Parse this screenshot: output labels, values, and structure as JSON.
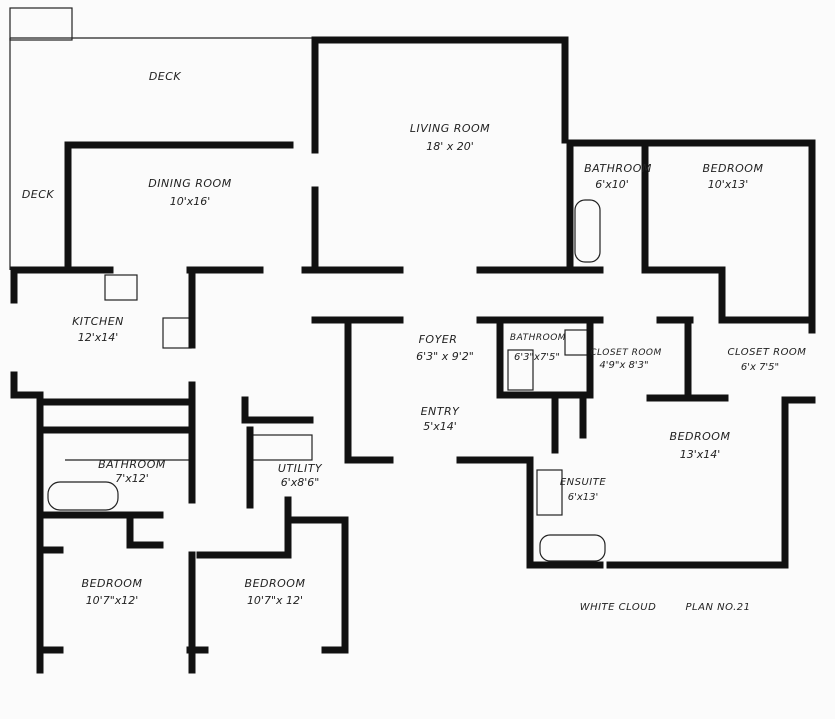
{
  "rooms": {
    "deck_top": {
      "name": "DECK"
    },
    "deck_left": {
      "name": "DECK"
    },
    "dining": {
      "name": "DINING ROOM",
      "size": "10'x16'"
    },
    "living": {
      "name": "LIVING ROOM",
      "size": "18' x 20'"
    },
    "bath_top": {
      "name": "BATHROOM",
      "size": "6'x10'"
    },
    "bedroom_top": {
      "name": "BEDROOM",
      "size": "10'x13'"
    },
    "kitchen": {
      "name": "KITCHEN",
      "size": "12'x14'"
    },
    "foyer": {
      "name": "FOYER",
      "size": "6'3\" x 9'2\""
    },
    "bath_mid": {
      "name": "BATHROOM",
      "size": "6'3\"x7'5\""
    },
    "closet_1": {
      "name": "CLOSET ROOM",
      "size": "4'9\"x 8'3\""
    },
    "closet_2": {
      "name": "CLOSET ROOM",
      "size": "6'x 7'5\""
    },
    "entry": {
      "name": "ENTRY",
      "size": "5'x14'"
    },
    "master": {
      "name": "BEDROOM",
      "size": "13'x14'"
    },
    "ensuite": {
      "name": "ENSUITE",
      "size": "6'x13'"
    },
    "bath_low": {
      "name": "BATHROOM",
      "size": "7'x12'"
    },
    "utility": {
      "name": "UTILITY",
      "size": "6'x8'6\""
    },
    "bed_left": {
      "name": "BEDROOM",
      "size": "10'7\"x12'"
    },
    "bed_right": {
      "name": "BEDROOM",
      "size": "10'7\"x 12'"
    }
  },
  "title_block": {
    "name": "WHITE CLOUD",
    "plan": "PLAN NO.21"
  }
}
